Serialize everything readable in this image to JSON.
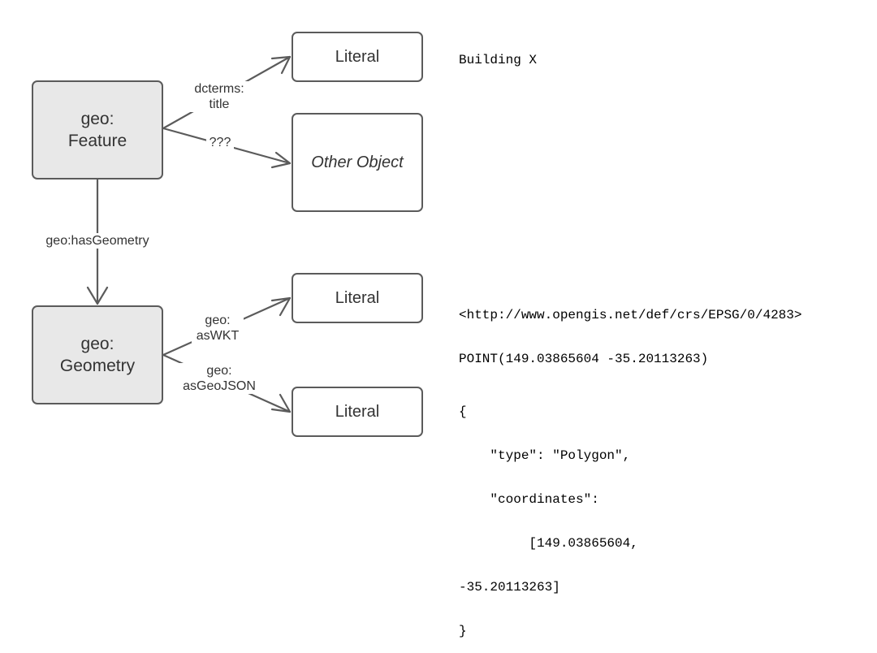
{
  "nodes": {
    "feature": {
      "prefix": "geo:",
      "name": "Feature"
    },
    "geometry": {
      "prefix": "geo:",
      "name": "Geometry"
    },
    "title_literal": "Literal",
    "other_object": "Other Object",
    "wkt_literal": "Literal",
    "geojson_literal": "Literal"
  },
  "edges": {
    "title": [
      "dcterms:",
      "title"
    ],
    "unknown": "???",
    "has_geometry": "geo:hasGeometry",
    "as_wkt": [
      "geo:",
      "asWKT"
    ],
    "as_geojson": [
      "geo:",
      "asGeoJSON"
    ]
  },
  "values": {
    "title": "Building X",
    "wkt": [
      "<http://www.opengis.net/def/crs/EPSG/0/4283>",
      "POINT(149.03865604 -35.20113263)"
    ],
    "geojson": [
      "{",
      "    \"type\": \"Polygon\",",
      "    \"coordinates\":",
      "         [149.03865604,",
      "-35.20113263]",
      "}"
    ]
  },
  "colors": {
    "stroke": "#5b5b5b",
    "class_fill": "#e8e8e8",
    "text": "#333333"
  }
}
